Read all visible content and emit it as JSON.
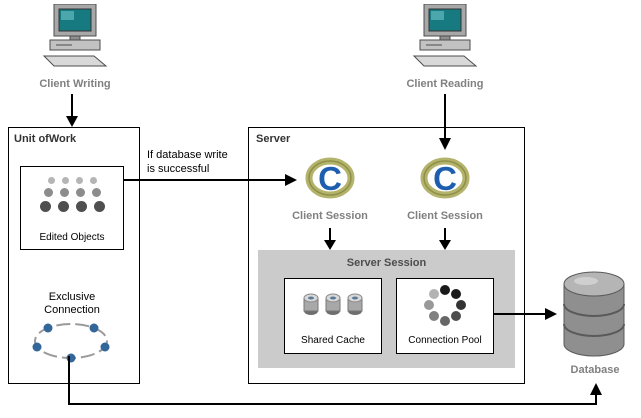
{
  "icons": {
    "session_letter": "C"
  },
  "labels": {
    "client_writing": "Client Writing",
    "client_reading": "Client Reading",
    "unit_of_work_title": "Unit ofWork",
    "edited_objects": "Edited Objects",
    "exclusive_connection_line1": "Exclusive",
    "exclusive_connection_line2": "Connection",
    "arrow_note_line1": "If database write",
    "arrow_note_line2": "is successful",
    "server_title": "Server",
    "client_session_left": "Client Session",
    "client_session_right": "Client Session",
    "server_session_title": "Server Session",
    "shared_cache": "Shared Cache",
    "connection_pool": "Connection Pool",
    "database": "Database"
  },
  "colors": {
    "gray_label": "#808080",
    "server_session_bg": "#cbcbcb",
    "session_ring": "#b3b36b",
    "session_letter_blue": "#1d5fae",
    "monitor_screen": "#177a80",
    "connection_dot_blue": "#336699",
    "arrow": "#000000"
  }
}
